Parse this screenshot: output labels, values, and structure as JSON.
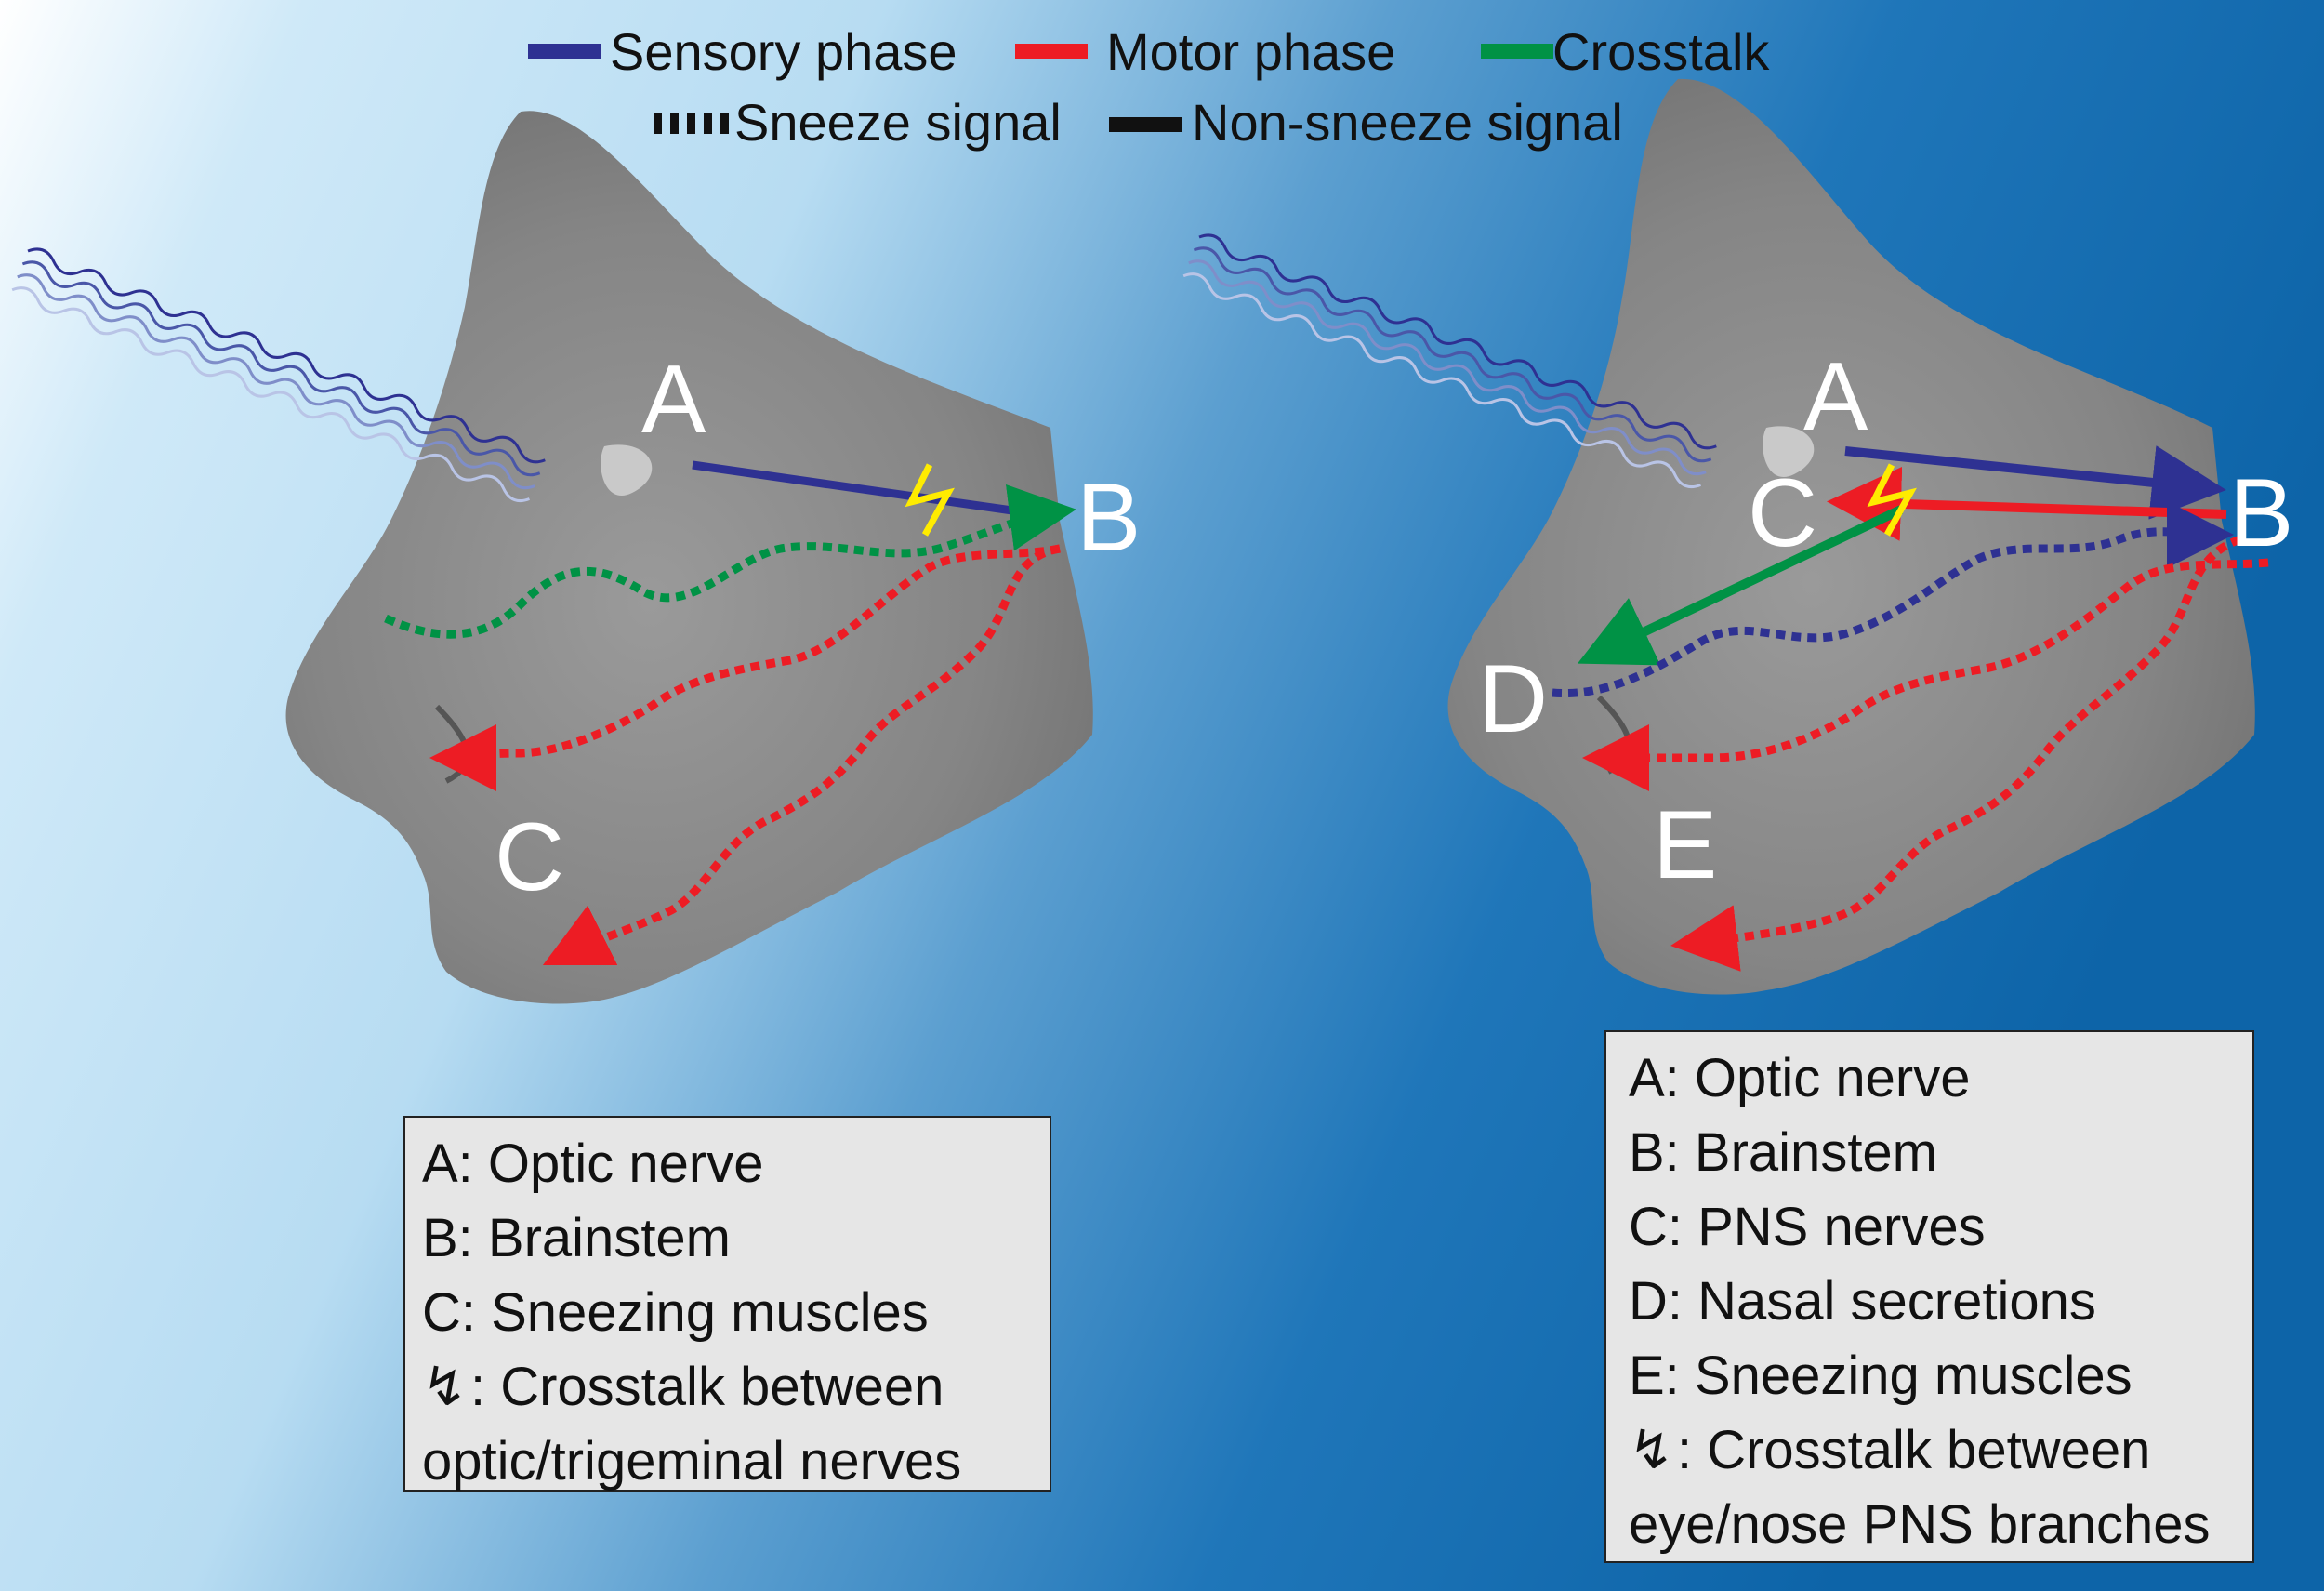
{
  "legend": {
    "sensory": {
      "label": "Sensory phase",
      "color": "#2e3192"
    },
    "motor": {
      "label": "Motor phase",
      "color": "#ed1c24"
    },
    "crosstalk": {
      "label": "Crosstalk",
      "color": "#009245"
    },
    "sneeze": {
      "label": "Sneeze signal"
    },
    "non_sneeze": {
      "label": "Non-sneeze signal"
    }
  },
  "left_panel": {
    "letters": {
      "a": "A",
      "b": "B",
      "c": "C"
    },
    "key": [
      {
        "label": "A: Optic nerve"
      },
      {
        "label": "B: Brainstem"
      },
      {
        "label": "C: Sneezing muscles"
      },
      {
        "glyph": "↯",
        "label": ": Crosstalk between"
      },
      {
        "label": "optic/trigeminal nerves"
      }
    ]
  },
  "right_panel": {
    "letters": {
      "a": "A",
      "b": "B",
      "c": "C",
      "d": "D",
      "e": "E"
    },
    "key": [
      {
        "label": "A: Optic nerve"
      },
      {
        "label": "B: Brainstem"
      },
      {
        "label": "C: PNS nerves"
      },
      {
        "label": "D: Nasal secretions"
      },
      {
        "label": "E: Sneezing muscles"
      },
      {
        "glyph": "↯",
        "label": ": Crosstalk between"
      },
      {
        "label": "eye/nose PNS branches"
      }
    ]
  },
  "colors": {
    "crosstalk_bolt": "#ffec00",
    "face": "#8a8a8a",
    "background_left": "#eaf5fc",
    "background_right": "#0d64a8"
  }
}
